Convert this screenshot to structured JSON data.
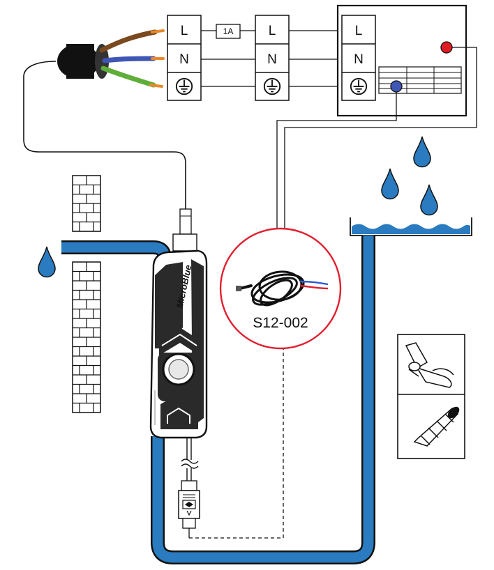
{
  "terminals": {
    "block1": {
      "live": "L",
      "neutral": "N"
    },
    "block2": {
      "live": "L",
      "neutral": "N"
    },
    "unit": {
      "live": "L",
      "neutral": "N"
    }
  },
  "fuse_label": "1A",
  "pump_brand": "MicroBlue",
  "sensor_code": "S12-002",
  "colors": {
    "water": "#2a7bbf",
    "cable_brown": "#7a4a1e",
    "cable_blue": "#3f56b5",
    "cable_green": "#5fae3a",
    "cable_orange": "#e8892b",
    "alarm_red": "#e01b24",
    "circle_red": "#e02030",
    "pump_body": "#2a2a2a"
  },
  "icons": [
    "mains-cable-icon",
    "fuse-icon",
    "earth-icon",
    "water-drop-icon",
    "brick-wall-icon",
    "pump-icon",
    "sensor-cable-icon",
    "tube-cutter-icon",
    "step-adapter-icon"
  ]
}
